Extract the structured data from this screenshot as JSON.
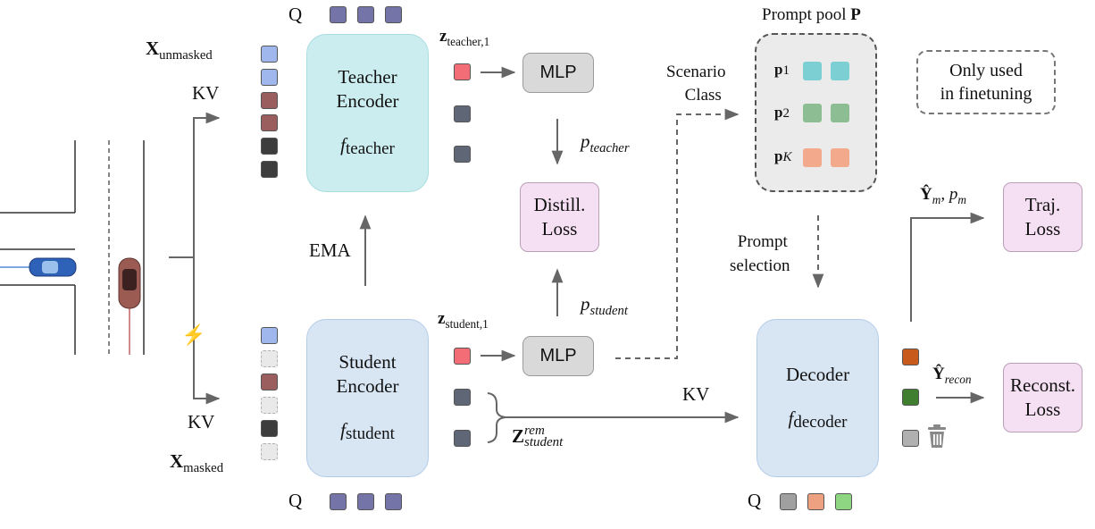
{
  "labels": {
    "q_top": "Q",
    "q_bottom_left": "Q",
    "q_decoder": "Q",
    "x_unmasked_main": "X",
    "x_unmasked_sub": "unmasked",
    "x_masked_main": "X",
    "x_masked_sub": "masked",
    "kv_top": "KV",
    "kv_bottom": "KV",
    "kv_decoder": "KV",
    "ema": "EMA",
    "z_teacher_main": "z",
    "z_teacher_sub": "teacher,1",
    "z_student_main": "z",
    "z_student_sub": "student,1",
    "z_rem_main": "Z",
    "z_rem_sup": "rem",
    "z_rem_sub": "student",
    "p_teacher_main": "p",
    "p_teacher_sub": "teacher",
    "p_student_main": "p",
    "p_student_sub": "student",
    "scenario_class_1": "Scenario",
    "scenario_class_2": "Class",
    "prompt_selection_1": "Prompt",
    "prompt_selection_2": "selection",
    "y_m": "Ŷ",
    "y_m_sub": "m",
    "p_m": ", p",
    "p_m_sub": "m",
    "y_recon": "Ŷ",
    "y_recon_sub": "recon",
    "prompt_pool_title": "Prompt pool",
    "prompt_pool_symbol": "P",
    "lightning": "⚡"
  },
  "teacher": {
    "line1": "Teacher",
    "line2": "Encoder",
    "fn": "f",
    "fn_sub": "teacher"
  },
  "student": {
    "line1": "Student",
    "line2": "Encoder",
    "fn": "f",
    "fn_sub": "student"
  },
  "decoder": {
    "line1": "Decoder",
    "fn": "f",
    "fn_sub": "decoder"
  },
  "mlp_top": "MLP",
  "mlp_bottom": "MLP",
  "distill_loss": {
    "line1": "Distill.",
    "line2": "Loss"
  },
  "traj_loss": {
    "line1": "Traj.",
    "line2": "Loss"
  },
  "recon_loss": {
    "line1": "Reconst.",
    "line2": "Loss"
  },
  "note": {
    "line1": "Only used",
    "line2": "in finetuning"
  },
  "prompt_pool_items": [
    {
      "p": "p",
      "idx": "1"
    },
    {
      "p": "p",
      "idx": "2"
    },
    {
      "p": "p",
      "idx": "K"
    }
  ],
  "colors": {
    "query_token": "#7474a8",
    "blue_token": "#9fb7ec",
    "brown_token": "#9a5e5e",
    "dark_token": "#3d3d3d",
    "red_token": "#f36d76",
    "slate_token": "#5f6675",
    "prompt_teal": "#7ccfd3",
    "prompt_green": "#8dbe93",
    "prompt_orange": "#f3a98c",
    "out_orange": "#c85b1b",
    "out_green": "#3f7f2f",
    "out_gray": "#b0b0b0",
    "q_gray": "#a0a0a0",
    "q_orange": "#eea181",
    "q_green": "#8ed682",
    "arrow": "#666666"
  }
}
